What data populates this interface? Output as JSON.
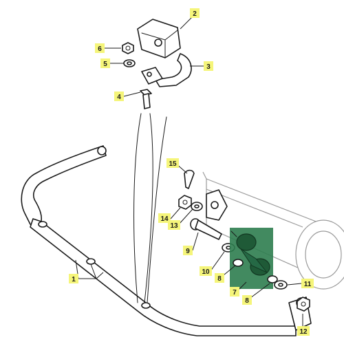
{
  "colors": {
    "callout_highlight": "#f5f57a",
    "highlighted_part": "#2e7d4f",
    "line": "#1a1a1a",
    "background": "#ffffff"
  },
  "callouts": [
    "1",
    "2",
    "3",
    "4",
    "5",
    "6",
    "7",
    "8",
    "8",
    "9",
    "10",
    "11",
    "12",
    "13",
    "14",
    "15"
  ]
}
